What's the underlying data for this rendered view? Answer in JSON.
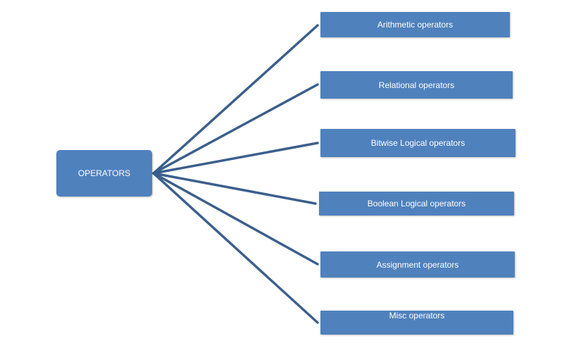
{
  "diagram": {
    "line_color": "#3b5f8c",
    "box_color": "#4f81bd",
    "root": {
      "label": "OPERATORS"
    },
    "children": [
      {
        "label": "Arithmetic operators"
      },
      {
        "label": "Relational operators"
      },
      {
        "label": "Bitwise Logical operators"
      },
      {
        "label": "Boolean Logical operators"
      },
      {
        "label": "Assignment operators"
      },
      {
        "label": "Misc operators"
      }
    ]
  }
}
